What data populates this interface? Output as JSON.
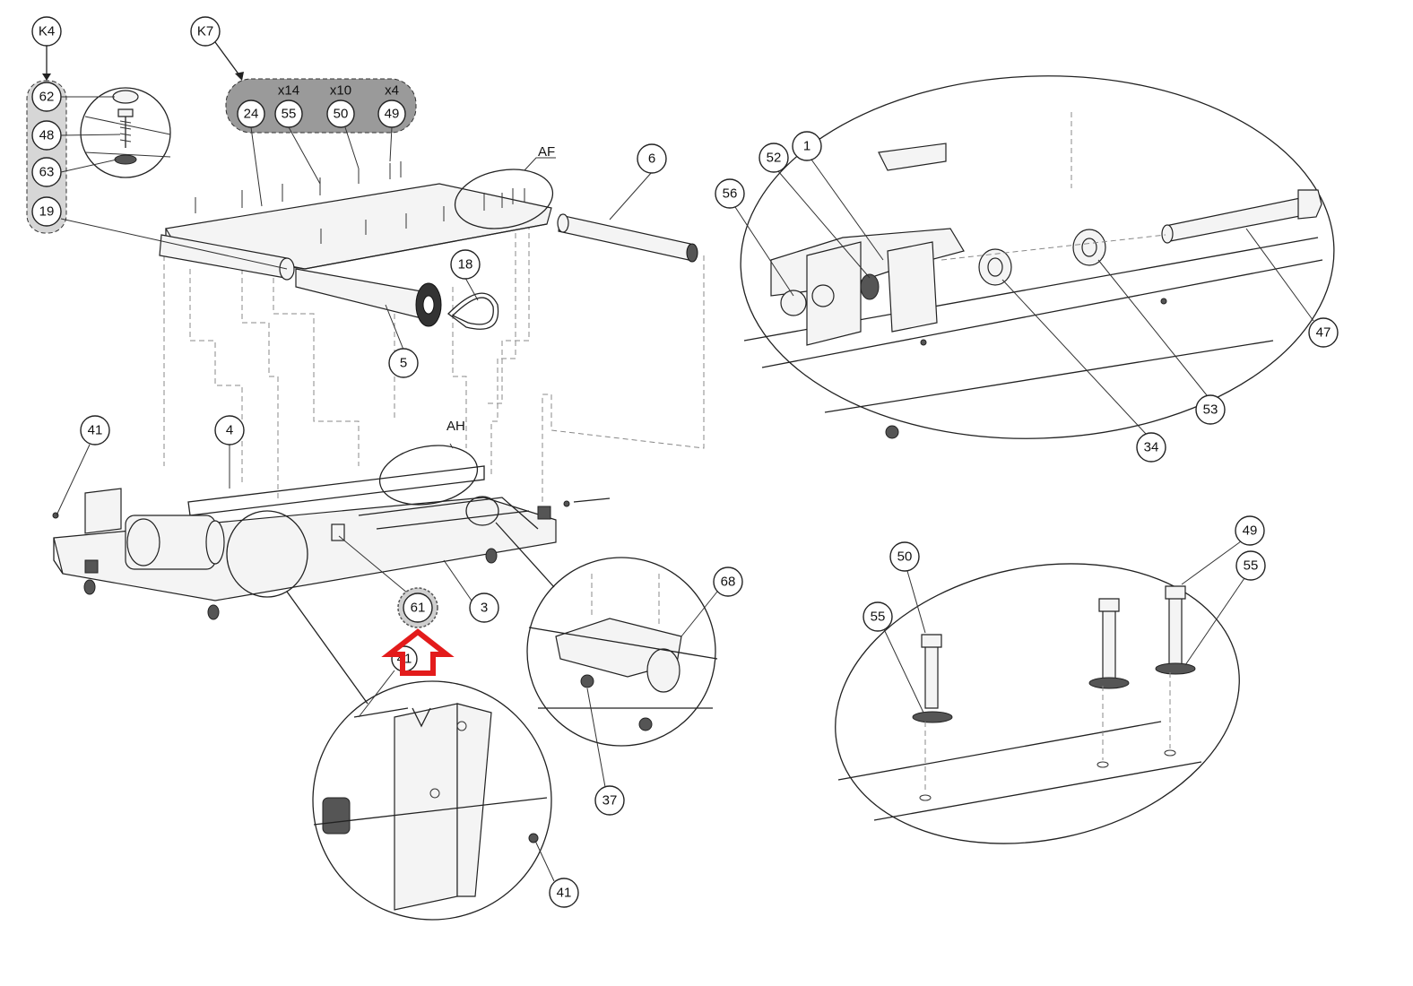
{
  "kit_k4": {
    "label": "K4",
    "items": [
      "62",
      "48",
      "63",
      "19"
    ]
  },
  "kit_k7": {
    "label": "K7",
    "items": [
      "24",
      "55",
      "50",
      "49"
    ],
    "quantities": [
      "x14",
      "x10",
      "x4"
    ]
  },
  "detail_labels": {
    "af": "AF",
    "ah": "AH"
  },
  "callouts": {
    "c6": "6",
    "c18": "18",
    "c5": "5",
    "c41a": "41",
    "c4": "4",
    "c3": "3",
    "c61": "61",
    "c41b": "41",
    "c68": "68",
    "c37": "37",
    "c41c": "41",
    "c56": "56",
    "c52": "52",
    "c1": "1",
    "c47": "47",
    "c53": "53",
    "c34": "34",
    "c50": "50",
    "c49": "49",
    "c55a": "55",
    "c55b": "55"
  },
  "highlight": {
    "color": "#e31b1b"
  }
}
